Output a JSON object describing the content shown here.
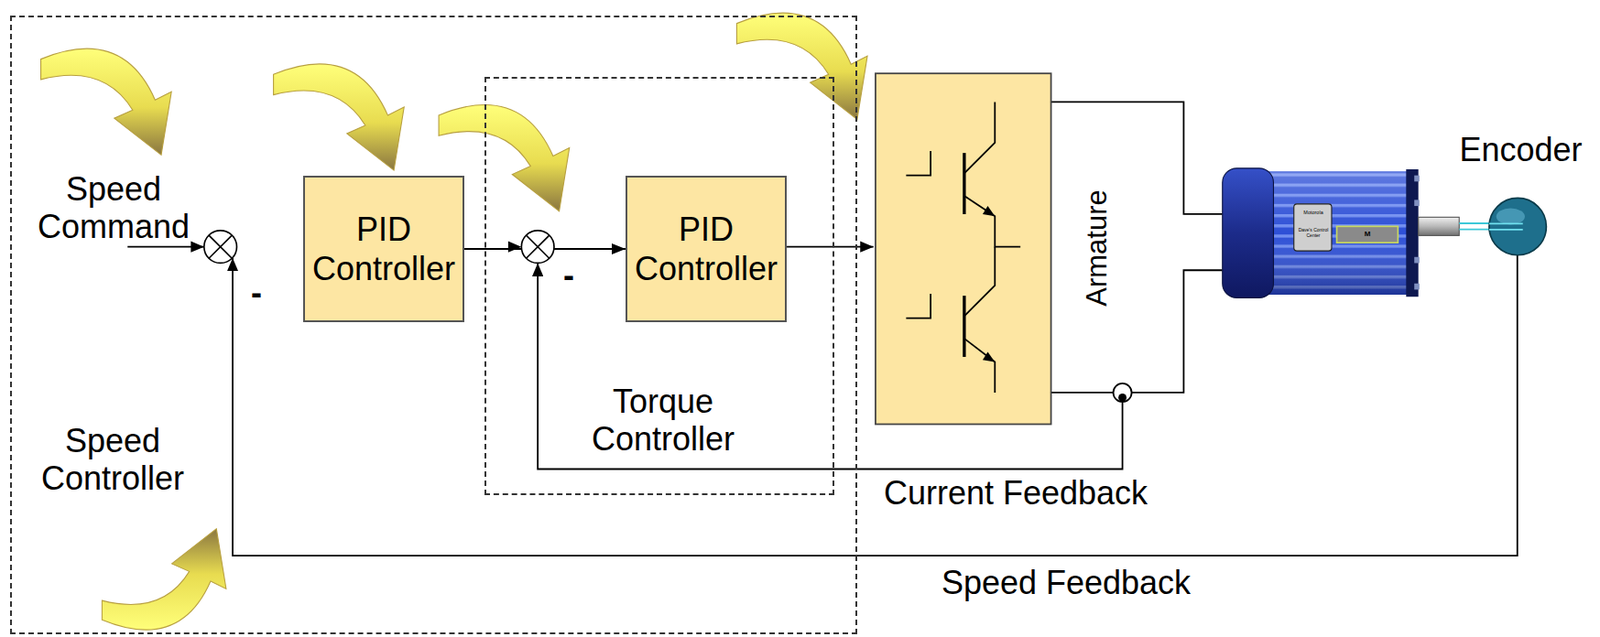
{
  "diagram": {
    "nodes": [
      {
        "text": [
          "Speed Controller"
        ]
      },
      {
        "text": [
          "PID Controller"
        ],
        "in": 0
      },
      {
        "text": [
          "Torque Controller"
        ],
        "in": 0
      },
      {
        "text": [
          "PID Controller"
        ],
        "in": 2
      },
      {
        "text": [
          "Encoder"
        ]
      }
    ],
    "edges": [
      {
        "from": 1,
        "to": 3,
        "arrow": "to"
      }
    ],
    "labels": [
      "Speed Command",
      "-",
      "-",
      "Armature",
      "Motorola",
      "Dave's Control Center",
      "M",
      "Current Feedback",
      "Speed Feedback"
    ]
  }
}
